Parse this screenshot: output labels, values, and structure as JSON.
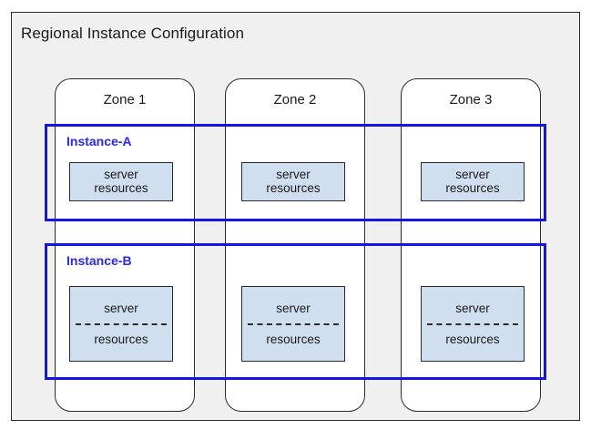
{
  "diagram": {
    "title": "Regional Instance Configuration",
    "colors": {
      "frame_background": "#f0f0f0",
      "frame_border": "#2b2b2b",
      "zone_background": "#ffffff",
      "instance_border": "#1414e6",
      "instance_label": "#2a2aea",
      "resource_fill": "#cfdff0",
      "resource_border": "#2b2b2b",
      "text": "#1a1a1a"
    },
    "zones": [
      {
        "label": "Zone 1"
      },
      {
        "label": "Zone 2"
      },
      {
        "label": "Zone 3"
      }
    ],
    "instances": [
      {
        "label": "Instance-A",
        "resource_style": "solid",
        "resources": [
          {
            "line1": "server",
            "line2": "resources"
          },
          {
            "line1": "server",
            "line2": "resources"
          },
          {
            "line1": "server",
            "line2": "resources"
          }
        ]
      },
      {
        "label": "Instance-B",
        "resource_style": "split-dashed",
        "resources": [
          {
            "line1": "server",
            "line2": "resources"
          },
          {
            "line1": "server",
            "line2": "resources"
          },
          {
            "line1": "server",
            "line2": "resources"
          }
        ]
      }
    ]
  }
}
